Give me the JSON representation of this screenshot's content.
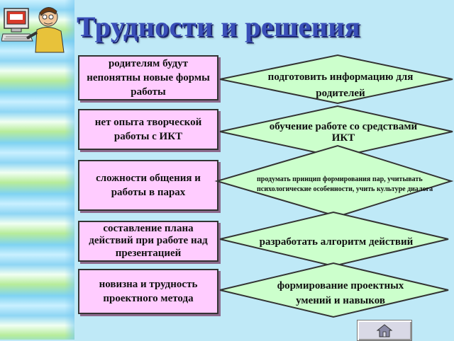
{
  "title": "Трудности и решения",
  "problems": [
    "родителям будут непонятны новые формы работы",
    "нет опыта творческой работы  с ИКТ",
    "сложности общения и работы в парах",
    "составление плана действий при работе над презентацией",
    "новизна и трудность проектного метода"
  ],
  "solutions": [
    "подготовить информацию для родителей",
    "обучение работе со средствами ИКТ",
    "продумать принцип формирования пар, учитывать психологические особенности, учить культуре диалога",
    "разработать алгоритм действий",
    "формирование проектных умений и навыков"
  ],
  "nav": {
    "home_icon": "home-icon"
  },
  "colors": {
    "background": "#bfe9f7",
    "problem_box": "#ffccff",
    "solution_diamond": "#ccffcc",
    "title": "#3a4fb8"
  }
}
